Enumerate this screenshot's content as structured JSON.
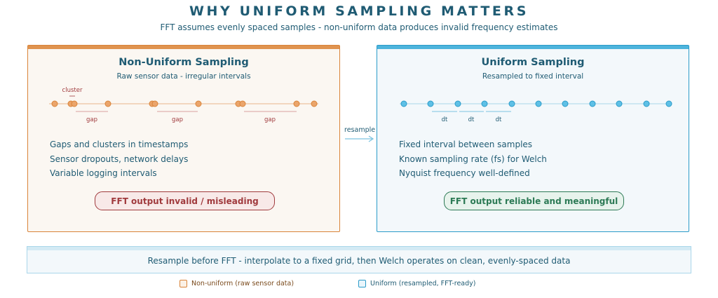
{
  "header": {
    "title": "WHY UNIFORM SAMPLING MATTERS",
    "subtitle": "FFT assumes evenly spaced samples - non-uniform data produces invalid frequency estimates"
  },
  "left_panel": {
    "title": "Non-Uniform Sampling",
    "subtitle": "Raw sensor data - irregular intervals",
    "cluster_label": "cluster",
    "gap_labels": [
      "gap",
      "gap",
      "gap"
    ],
    "bullets": [
      "Gaps and clusters in timestamps",
      "Sensor dropouts, network delays",
      "Variable logging intervals"
    ],
    "result": "FFT output invalid / misleading",
    "accent_color": "#d9843a"
  },
  "right_panel": {
    "title": "Uniform Sampling",
    "subtitle": "Resampled to fixed interval",
    "interval_labels": [
      "dt",
      "dt",
      "dt"
    ],
    "bullets": [
      "Fixed interval between samples",
      "Known sampling rate (fs) for Welch",
      "Nyquist frequency well-defined"
    ],
    "result": "FFT output reliable and meaningful",
    "accent_color": "#2b9bc9"
  },
  "transition": {
    "label": "resample"
  },
  "banner": {
    "text": "Resample before FFT - interpolate to a fixed grid, then Welch operates on clean, evenly-spaced data"
  },
  "legend": {
    "items": [
      {
        "label": "Non-uniform (raw sensor data)"
      },
      {
        "label": "Uniform (resampled, FFT-ready)"
      }
    ]
  }
}
